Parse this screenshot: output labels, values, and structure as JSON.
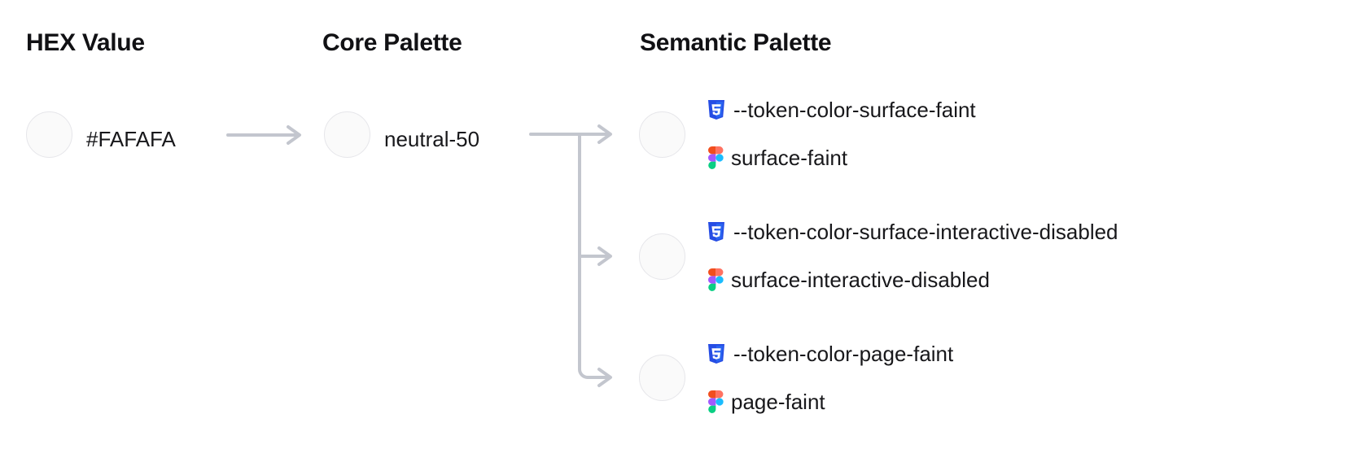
{
  "columns": {
    "hex": {
      "heading": "HEX Value"
    },
    "core": {
      "heading": "Core Palette"
    },
    "semantic": {
      "heading": "Semantic Palette"
    }
  },
  "hex_swatch": {
    "label": "#FAFAFA",
    "color": "#FAFAFA"
  },
  "core_swatch": {
    "label": "neutral-50",
    "color": "#FAFAFA"
  },
  "semantic_tokens": [
    {
      "color": "#FAFAFA",
      "css_icon": "css3-icon",
      "css_token": "--token-color-surface-faint",
      "figma_icon": "figma-icon",
      "figma_token": "surface-faint"
    },
    {
      "color": "#FAFAFA",
      "css_icon": "css3-icon",
      "css_token": "--token-color-surface-interactive-disabled",
      "figma_icon": "figma-icon",
      "figma_token": "surface-interactive-disabled"
    },
    {
      "color": "#FAFAFA",
      "css_icon": "css3-icon",
      "css_token": "--token-color-page-faint",
      "figma_icon": "figma-icon",
      "figma_token": "page-faint"
    }
  ],
  "connectors": {
    "hex_to_core": "arrow-right",
    "core_to_semantic": "branching-arrows"
  },
  "palette": {
    "swatch_border": "#E6E6EA",
    "arrow": "#C3C6CE",
    "text": "#18181B",
    "css_blue": "#2965F1",
    "css_blue_dark": "#264DE4",
    "figma_orange": "#F24E1E",
    "figma_red": "#FF7262",
    "figma_purple": "#A259FF",
    "figma_blue": "#1ABCFE",
    "figma_green": "#0ACF83"
  }
}
